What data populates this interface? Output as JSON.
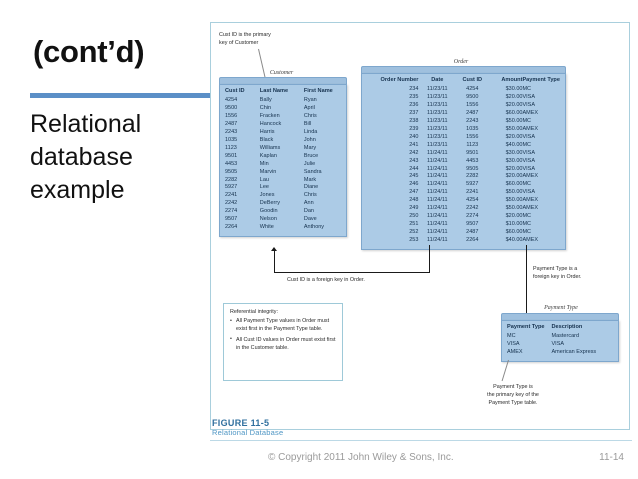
{
  "slide": {
    "title": "(cont’d)",
    "subtitle": "Relational database example"
  },
  "figure": {
    "number": "FIGURE 11-5",
    "name": "Relational Database"
  },
  "footer": {
    "copyright": "© Copyright 2011 John Wiley & Sons, Inc.",
    "page": "11-14"
  },
  "annotations": {
    "primary_key_customer": "Cust ID is the primary\nkey of Customer",
    "foreign_key_order": "Cust ID is a foreign key in Order.",
    "payment_foreign_key": "Payment Type is a\nforeign key in Order.",
    "payment_primary_key": "Payment Type is\nthe primary key of the\nPayment Type table."
  },
  "referential_integrity": {
    "title": "Referential integrity:",
    "items": [
      "All Payment Type values in Order must exist first in the Payment Type table.",
      "All Cust ID values in Order must exist first in the Customer table."
    ]
  },
  "customer_table": {
    "caption": "Customer",
    "columns": [
      "Cust ID",
      "Last Name",
      "First Name"
    ],
    "rows": [
      [
        "4254",
        "Bally",
        "Ryan"
      ],
      [
        "9500",
        "Chin",
        "April"
      ],
      [
        "1556",
        "Fracken",
        "Chris"
      ],
      [
        "2487",
        "Hancock",
        "Bill"
      ],
      [
        "2243",
        "Harris",
        "Linda"
      ],
      [
        "1035",
        "Black",
        "John"
      ],
      [
        "1123",
        "Williams",
        "Mary"
      ],
      [
        "9501",
        "Kaplan",
        "Bruce"
      ],
      [
        "4453",
        "Min",
        "Julie"
      ],
      [
        "9505",
        "Marvin",
        "Sandra"
      ],
      [
        "2282",
        "Lau",
        "Mark"
      ],
      [
        "5927",
        "Lee",
        "Diane"
      ],
      [
        "2241",
        "Jones",
        "Chris"
      ],
      [
        "2242",
        "DeBerry",
        "Ann"
      ],
      [
        "2274",
        "Goodin",
        "Dan"
      ],
      [
        "9507",
        "Nelson",
        "Dave"
      ],
      [
        "2264",
        "White",
        "Anthony"
      ]
    ]
  },
  "order_table": {
    "caption": "Order",
    "columns": [
      "Order Number",
      "Date",
      "Cust ID",
      "Amount",
      "Payment Type"
    ],
    "rows": [
      [
        "234",
        "11/23/11",
        "4254",
        "$30.00",
        "MC"
      ],
      [
        "235",
        "11/23/11",
        "9500",
        "$20.00",
        "VISA"
      ],
      [
        "236",
        "11/23/11",
        "1556",
        "$20.00",
        "VISA"
      ],
      [
        "237",
        "11/23/11",
        "2487",
        "$60.00",
        "AMEX"
      ],
      [
        "238",
        "11/23/11",
        "2243",
        "$50.00",
        "MC"
      ],
      [
        "239",
        "11/23/11",
        "1035",
        "$50.00",
        "AMEX"
      ],
      [
        "240",
        "11/23/11",
        "1556",
        "$20.00",
        "VISA"
      ],
      [
        "241",
        "11/23/11",
        "1123",
        "$40.00",
        "MC"
      ],
      [
        "242",
        "11/24/11",
        "9501",
        "$30.00",
        "VISA"
      ],
      [
        "243",
        "11/24/11",
        "4453",
        "$30.00",
        "VISA"
      ],
      [
        "244",
        "11/24/11",
        "9505",
        "$20.00",
        "VISA"
      ],
      [
        "245",
        "11/24/11",
        "2282",
        "$20.00",
        "AMEX"
      ],
      [
        "246",
        "11/24/11",
        "5927",
        "$60.00",
        "MC"
      ],
      [
        "247",
        "11/24/11",
        "2241",
        "$50.00",
        "VISA"
      ],
      [
        "248",
        "11/24/11",
        "4254",
        "$50.00",
        "AMEX"
      ],
      [
        "249",
        "11/24/11",
        "2242",
        "$50.00",
        "AMEX"
      ],
      [
        "250",
        "11/24/11",
        "2274",
        "$20.00",
        "MC"
      ],
      [
        "251",
        "11/24/11",
        "9507",
        "$10.00",
        "MC"
      ],
      [
        "252",
        "11/24/11",
        "2487",
        "$60.00",
        "MC"
      ],
      [
        "253",
        "11/24/11",
        "2264",
        "$40.00",
        "AMEX"
      ]
    ]
  },
  "payment_type_table": {
    "caption": "Payment Type",
    "columns": [
      "Payment Type",
      "Description"
    ],
    "rows": [
      [
        "MC",
        "Mastercard"
      ],
      [
        "VISA",
        "VISA"
      ],
      [
        "AMEX",
        "American Express"
      ]
    ]
  },
  "colors": {
    "accent_rule": "#5b8fc7",
    "table_fill": "#accbe6",
    "table_cap": "#9fc0de",
    "panel_border": "#a9cfdd",
    "figure_number": "#2f6f9e",
    "figure_name": "#4f96c4"
  }
}
